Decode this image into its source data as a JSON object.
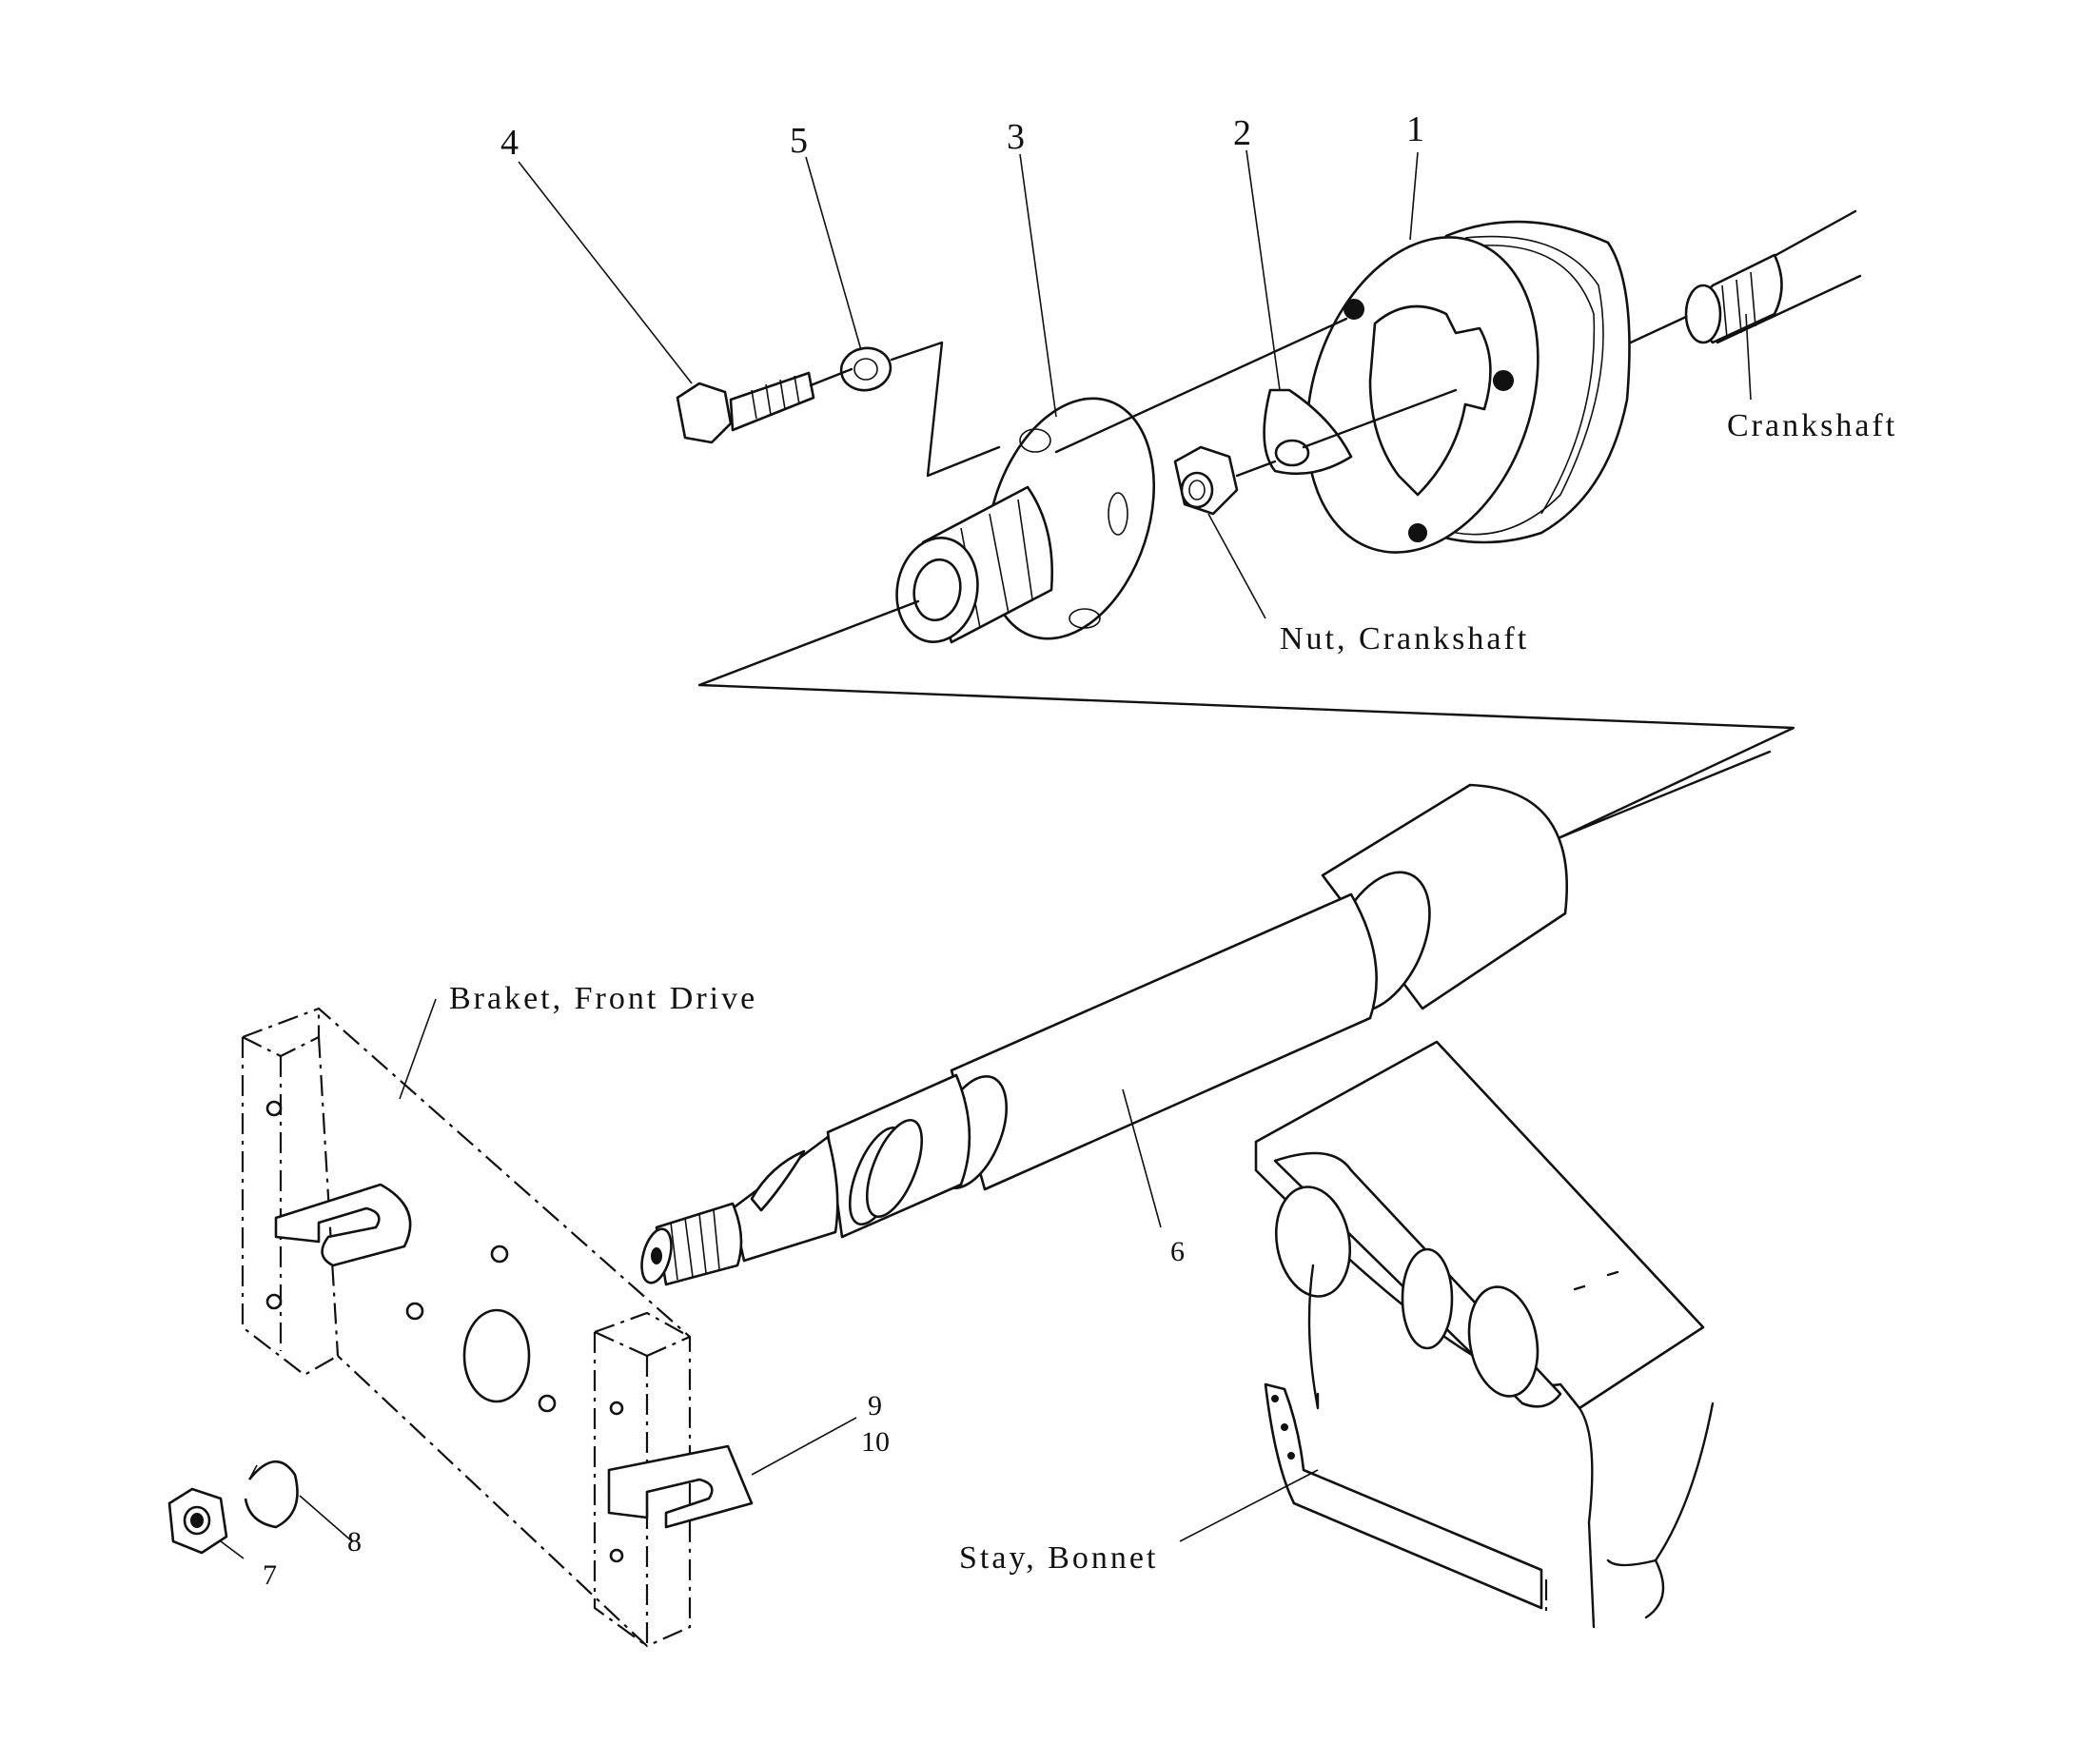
{
  "diagram": {
    "callouts": [
      {
        "id": "1",
        "label": "1"
      },
      {
        "id": "2",
        "label": "2"
      },
      {
        "id": "3",
        "label": "3"
      },
      {
        "id": "4",
        "label": "4"
      },
      {
        "id": "5",
        "label": "5"
      },
      {
        "id": "6",
        "label": "6"
      },
      {
        "id": "7",
        "label": "7"
      },
      {
        "id": "8",
        "label": "8"
      },
      {
        "id": "9",
        "label": "9"
      },
      {
        "id": "10",
        "label": "10"
      }
    ],
    "names": {
      "crankshaft": "Crankshaft",
      "nut_crankshaft": "Nut, Crankshaft",
      "bracket_front_drive": "Braket, Front Drive",
      "stay_bonnet": "Stay, Bonnet"
    }
  }
}
